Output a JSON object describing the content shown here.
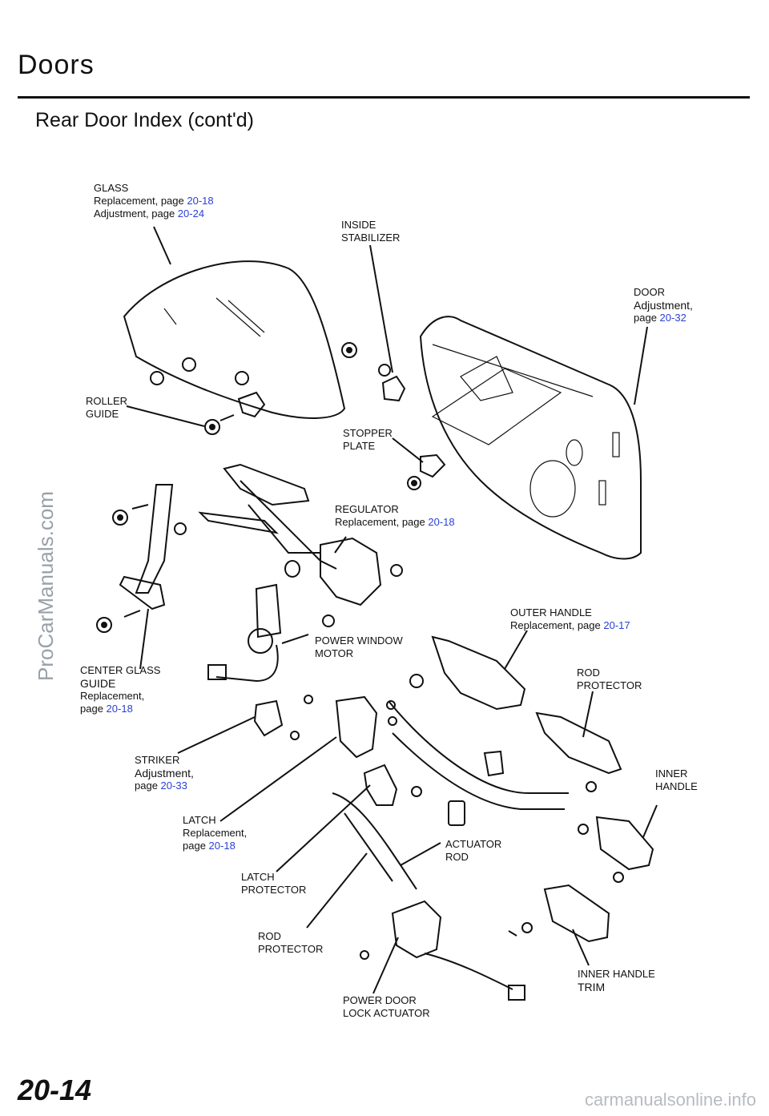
{
  "header": {
    "section_title": "Doors",
    "subtitle": "Rear Door Index (cont'd)"
  },
  "labels": {
    "glass": {
      "name": "GLASS",
      "line1": "Replacement,  page ",
      "link1": "20-18",
      "line2": "Adjustment,  page ",
      "link2": "20-24"
    },
    "inside_stabilizer": {
      "line1": "INSIDE",
      "line2": "STABILIZER"
    },
    "door": {
      "name": "DOOR",
      "line1": "Adjustment,",
      "line2": "page ",
      "link": "20-32"
    },
    "roller_guide": {
      "line1": "ROLLER",
      "line2": "GUIDE"
    },
    "stopper_plate": {
      "line1": "STOPPER",
      "line2": "PLATE"
    },
    "regulator": {
      "name": "REGULATOR",
      "line1": "Replacement,  page ",
      "link": "20-18"
    },
    "outer_handle": {
      "name": "OUTER  HANDLE",
      "line1": "Replacement,  page ",
      "link": "20-17"
    },
    "power_window_motor": {
      "line1": "POWER  WINDOW",
      "line2": "MOTOR"
    },
    "center_glass_guide": {
      "line1": "CENTER  GLASS",
      "line2": "GUIDE",
      "line3": "Replacement,",
      "line4": "page ",
      "link": "20-18"
    },
    "rod_protector_upper": {
      "line1": "ROD",
      "line2": "PROTECTOR"
    },
    "striker": {
      "name": "STRIKER",
      "line1": "Adjustment,",
      "line2": "page ",
      "link": "20-33"
    },
    "inner_handle": {
      "line1": "INNER",
      "line2": "HANDLE"
    },
    "latch": {
      "name": "LATCH",
      "line1": "Replacement,",
      "line2": "page ",
      "link": "20-18"
    },
    "actuator_rod": {
      "line1": "ACTUATOR",
      "line2": "ROD"
    },
    "latch_protector": {
      "line1": "LATCH",
      "line2": "PROTECTOR"
    },
    "rod_protector_lower": {
      "line1": "ROD",
      "line2": "PROTECTOR"
    },
    "inner_handle_trim": {
      "line1": "INNER  HANDLE",
      "line2": "TRIM"
    },
    "power_door_lock_actuator": {
      "line1": "POWER DOOR",
      "line2": "LOCK ACTUATOR"
    }
  },
  "footer": {
    "page_number": "20-14",
    "watermark_bottom": "carmanualsonline.info"
  },
  "side_watermark": "ProCarManuals.com",
  "colors": {
    "link": "#2a3fd6",
    "ink": "#111111",
    "watermark": "#9aa0a8"
  }
}
